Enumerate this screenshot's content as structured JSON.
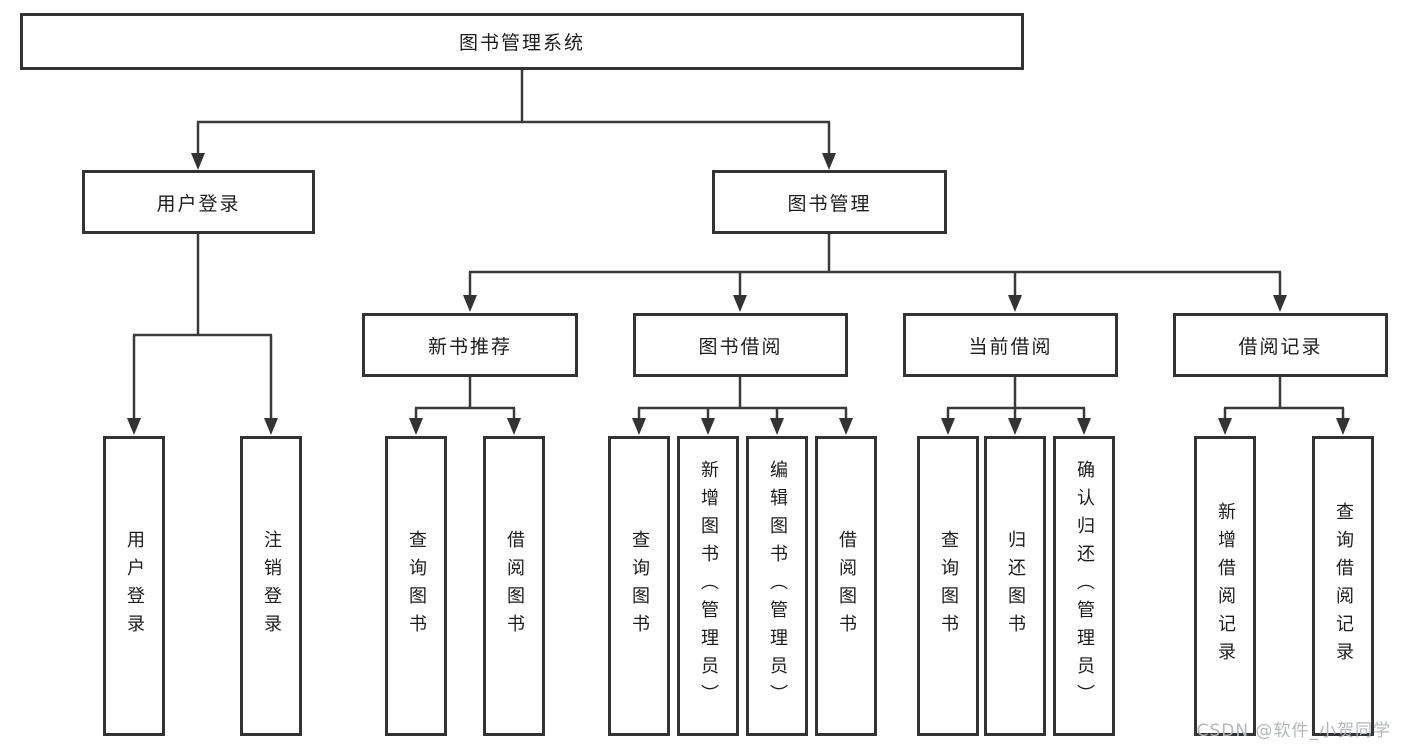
{
  "tree": {
    "label": "图书管理系统",
    "children": [
      {
        "label": "用户登录",
        "children": [
          {
            "label": "用户登录"
          },
          {
            "label": "注销登录"
          }
        ]
      },
      {
        "label": "图书管理",
        "children": [
          {
            "label": "新书推荐",
            "children": [
              {
                "label": "查询图书"
              },
              {
                "label": "借阅图书"
              }
            ]
          },
          {
            "label": "图书借阅",
            "children": [
              {
                "label": "查询图书"
              },
              {
                "label": "新增图书（管理员）"
              },
              {
                "label": "编辑图书（管理员）"
              },
              {
                "label": "借阅图书"
              }
            ]
          },
          {
            "label": "当前借阅",
            "children": [
              {
                "label": "查询图书"
              },
              {
                "label": "归还图书"
              },
              {
                "label": "确认归还（管理员）"
              }
            ]
          },
          {
            "label": "借阅记录",
            "children": [
              {
                "label": "新增借阅记录"
              },
              {
                "label": "查询借阅记录"
              }
            ]
          }
        ]
      }
    ]
  },
  "watermark": "CSDN @软件_小贺同学",
  "colors": {
    "line": "#3a3a3a",
    "arrow": "#333333",
    "box_border": "#333333",
    "text": "#1d1d1d",
    "watermark": "#b4b7bc",
    "background": "#ffffff"
  }
}
